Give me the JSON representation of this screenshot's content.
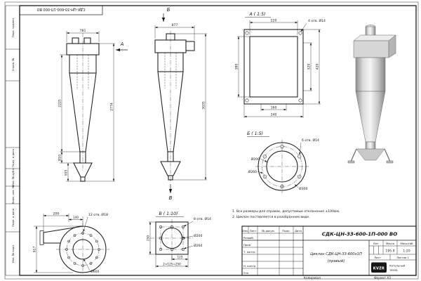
{
  "sheet": {
    "top_stamp": "СДК-ЦН-33-600-1П-000 ВО",
    "margin_labels": {
      "perv": "Перв. примен.",
      "sprav": "Справ. №",
      "podp_data": "Подп. и дата",
      "inv_dubl": "Инв. № дубл.",
      "vzam_inv": "Взам. инв. №",
      "inv_podl": "Инв. № подл."
    },
    "footer": {
      "kopiroval": "Копировал",
      "format": "Формат А3"
    }
  },
  "front_view": {
    "width": "781",
    "h_body": "2225",
    "h_mid": "810",
    "h_low": "505",
    "h_total": "2774",
    "arrow": "А"
  },
  "side_view": {
    "arrow_top": "Б",
    "width": "877",
    "h_total": "3035",
    "arrow_bottom": "В"
  },
  "view_a": {
    "title": "А ( 1:5)",
    "holes": "4 отв. Ø14",
    "dim_top": "220",
    "dim_left": "380",
    "dim_right_inner": "320",
    "dim_right_outer": "420",
    "dim_bottom_inner": "160",
    "dim_bottom_outer": "240"
  },
  "view_b": {
    "title": "Б ( 1:5)",
    "holes": "6 отв. Ø14",
    "d200": "Ø200",
    "d260": "Ø260",
    "d300": "Ø300"
  },
  "volute_view": {
    "dim_w1": "200",
    "dim_w2": "140",
    "holes": "12 отв. Ø18",
    "dim_h": "917",
    "d600": "Ø600"
  },
  "view_v": {
    "title": "В ( 1:10)",
    "holes": "8 отв. Ø14",
    "d200": "Ø200",
    "d260": "Ø260",
    "dim_b1": "125",
    "dim_b2": "2×125=250",
    "dim_left": "250"
  },
  "notes": {
    "line1": "1. Все размеры для справок, допустимые отклонения ±100мм.",
    "line2": "2. Циклон поставляется в разобранном виде."
  },
  "title_block": {
    "doc_number": "СДК-ЦН-33-600-1П-000 ВО",
    "product_line1": "Циклон СДК-ЦН-33-600х1П",
    "product_line2": "(правый)",
    "col_izm": "Изм.",
    "col_list": "Лист",
    "col_doc": "№ докум.",
    "col_podp": "Подп.",
    "col_data": "Дата",
    "row_razrab": "Разраб.",
    "row_prov": "Пров.",
    "row_tkontr": "Т. контр.",
    "row_nkontr": "Н. контр.",
    "row_utv": "Утв.",
    "lit_label": "Лит.",
    "mass_label": "Масса",
    "scale_label": "Масштаб",
    "mass_value": "195.9",
    "scale_value": "1:20",
    "list_label": "Лист",
    "listov_label": "Листов 1",
    "logo": "KVZR",
    "company_line1": "Котельный",
    "company_line2": "завод"
  }
}
